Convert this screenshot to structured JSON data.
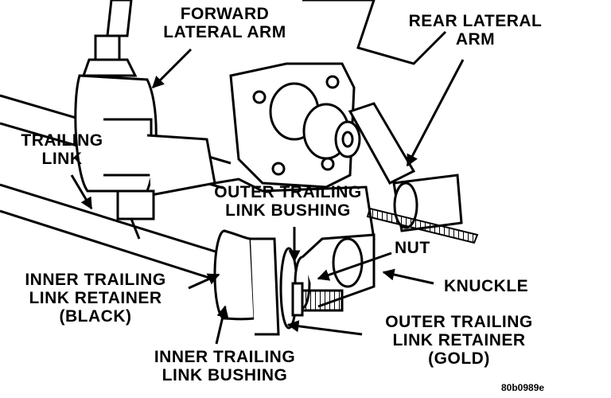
{
  "labels": {
    "forward_lateral_arm": [
      "FORWARD",
      "LATERAL ARM"
    ],
    "rear_lateral_arm": [
      "REAR LATERAL",
      "ARM"
    ],
    "trailing_link": [
      "TRAILING",
      "LINK"
    ],
    "outer_trailing_link_bushing": [
      "OUTER TRAILING",
      "LINK BUSHING"
    ],
    "nut": "NUT",
    "knuckle": "KNUCKLE",
    "inner_trailing_link_retainer": [
      "INNER TRAILING",
      "LINK RETAINER",
      "(BLACK)"
    ],
    "outer_trailing_link_retainer": [
      "OUTER TRAILING",
      "LINK RETAINER",
      "(GOLD)"
    ],
    "inner_trailing_link_bushing": [
      "INNER TRAILING",
      "LINK BUSHING"
    ]
  },
  "figure_code": "80b0989e",
  "colors": {
    "ink": "#000000",
    "paper": "#ffffff"
  }
}
